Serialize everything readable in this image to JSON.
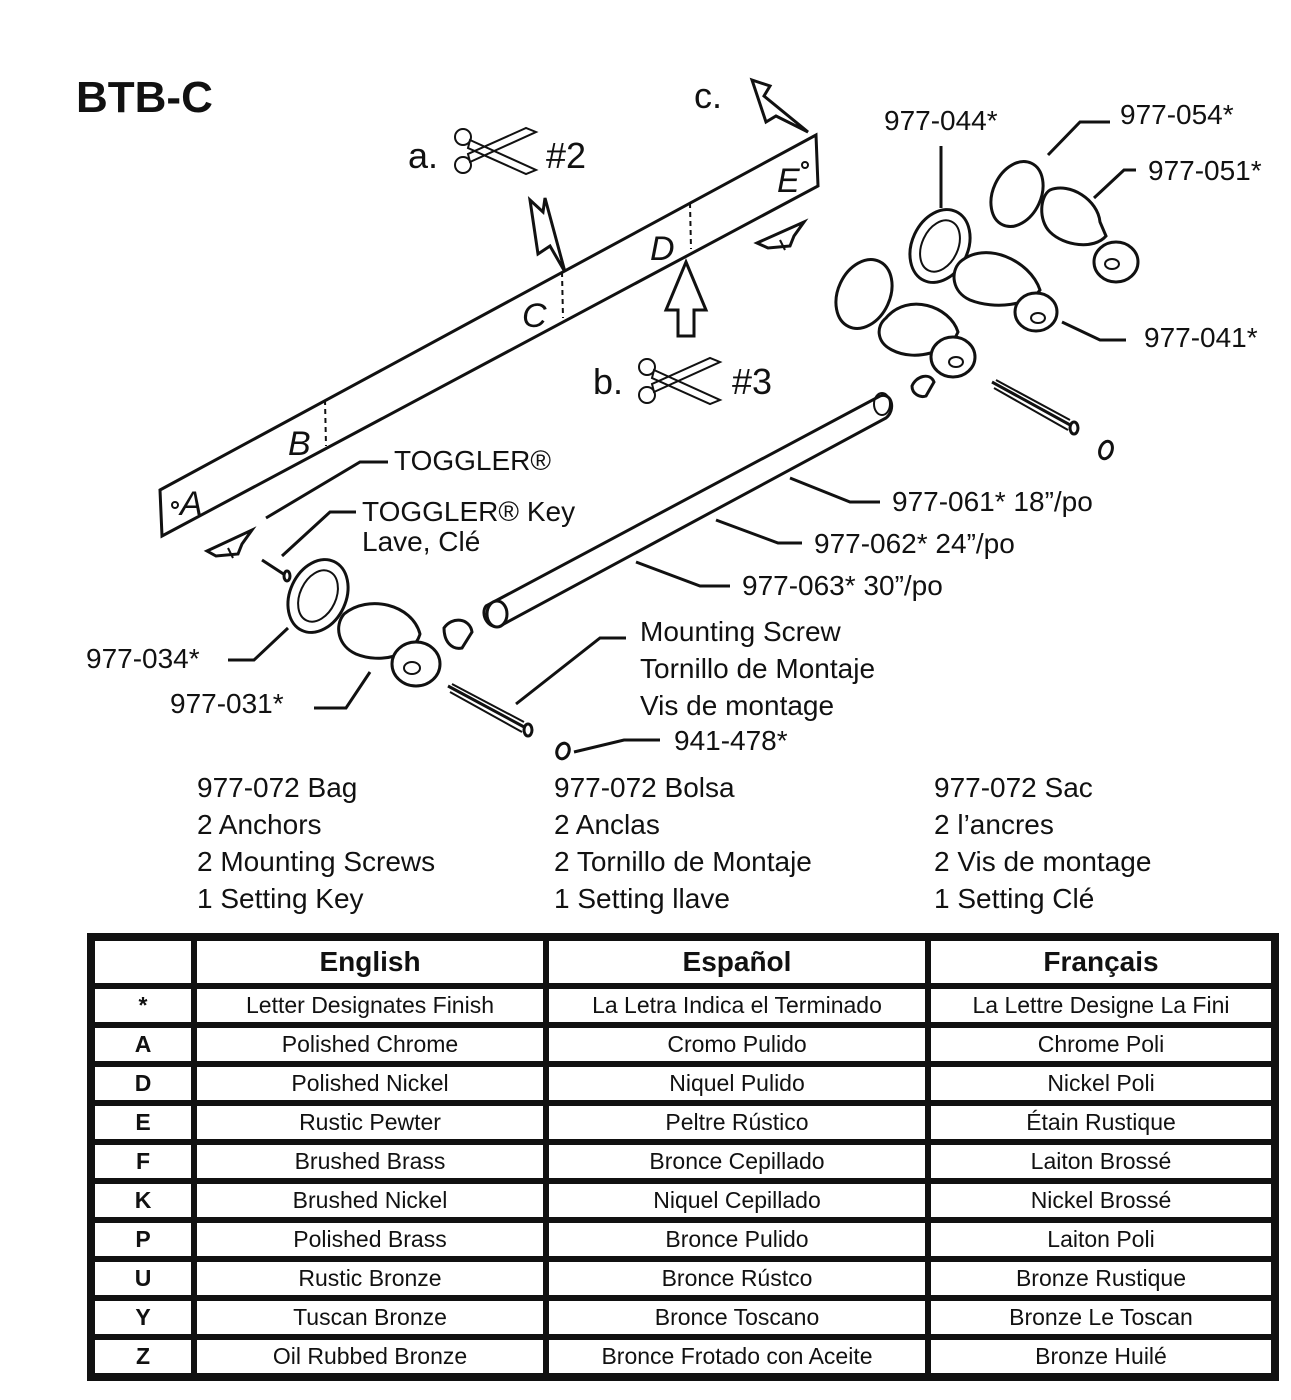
{
  "title": "BTB-C",
  "step_labels": {
    "a_letter": "a.",
    "a_num": "#2",
    "b_letter": "b.",
    "b_num": "#3",
    "c_letter": "c."
  },
  "bar_letters": [
    "A",
    "B",
    "C",
    "D",
    "E"
  ],
  "parts": {
    "p977_044": "977-044*",
    "p977_054": "977-054*",
    "p977_051": "977-051*",
    "p977_041": "977-041*",
    "toggler": "TOGGLER®",
    "toggler_key_1": "TOGGLER® Key",
    "toggler_key_2": "Lave, Clé",
    "p977_061": "977-061* 18”/po",
    "p977_062": "977-062* 24”/po",
    "p977_063": "977-063* 30”/po",
    "mount_1": "Mounting Screw",
    "mount_2": "Tornillo de Montaje",
    "mount_3": "Vis de montage",
    "p977_034": "977-034*",
    "p977_031": "977-031*",
    "p941_478": "941-478*"
  },
  "bag": {
    "english": [
      "977-072 Bag",
      "2 Anchors",
      "2 Mounting Screws",
      "1 Setting Key"
    ],
    "spanish": [
      "977-072 Bolsa",
      "2 Anclas",
      "2 Tornillo de Montaje",
      "1 Setting llave"
    ],
    "french": [
      "977-072 Sac",
      "2 l’ancres",
      "2 Vis de montage",
      "1 Setting Clé"
    ]
  },
  "finish_table": {
    "headers": [
      "",
      "English",
      "Español",
      "Français"
    ],
    "rows": [
      [
        "*",
        "Letter Designates Finish",
        "La Letra Indica el Terminado",
        "La Lettre Designe La Fini"
      ],
      [
        "A",
        "Polished Chrome",
        "Cromo Pulido",
        "Chrome Poli"
      ],
      [
        "D",
        "Polished Nickel",
        "Niquel Pulido",
        "Nickel Poli"
      ],
      [
        "E",
        "Rustic Pewter",
        "Peltre Rústico",
        "Étain Rustique"
      ],
      [
        "F",
        "Brushed Brass",
        "Bronce Cepillado",
        "Laiton Brossé"
      ],
      [
        "K",
        "Brushed Nickel",
        "Niquel Cepillado",
        "Nickel Brossé"
      ],
      [
        "P",
        "Polished Brass",
        "Bronce Pulido",
        "Laiton Poli"
      ],
      [
        "U",
        "Rustic Bronze",
        "Bronce Rústco",
        "Bronze Rustique"
      ],
      [
        "Y",
        "Tuscan Bronze",
        "Bronce Toscano",
        "Bronze Le Toscan"
      ],
      [
        "Z",
        "Oil Rubbed Bronze",
        "Bronce Frotado con Aceite",
        "Bronze Huilé"
      ]
    ]
  }
}
